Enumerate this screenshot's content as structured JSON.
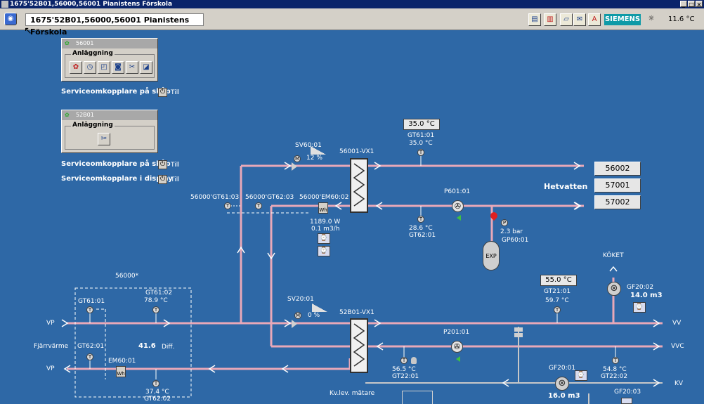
{
  "window": {
    "title": "1675'52B01,56000,56001 Pianistens Förskola",
    "min_glyph": "_",
    "max_glyph": "□",
    "close_glyph": "×"
  },
  "toolbar": {
    "path": "1675'52B01,56000,56001 Pianistens Förskola",
    "brand": "SIEMENS",
    "outdoor_temp": "11.6 °C"
  },
  "panels": {
    "p56001": {
      "title": "56001",
      "group": "Anläggning"
    },
    "p52b01": {
      "title": "52B01",
      "group": "Anläggning"
    }
  },
  "service": {
    "s1_label": "Serviceomkopplare på skåp",
    "s1_state": "Till",
    "s2_label": "Serviceomkopplare på skåp",
    "s2_state": "Till",
    "s3_label": "Serviceomkopplare i display",
    "s3_state": "Till"
  },
  "upper": {
    "setpoint": "35.0 °C",
    "gt6101": "GT61:01",
    "gt6101_val": "35.0 °C",
    "sv6001": "SV60:01",
    "sv6001_val": "12 %",
    "hx": "56001-VX1",
    "p601": "P601:01",
    "gt6201_val": "28.6 °C",
    "gt6201": "GT62:01",
    "gp6001_val": "2.3 bar",
    "gp6001": "GP60:01",
    "exp": "EXP",
    "gt6103": "56000'GT61:03",
    "gt6203": "56000'GT62:03",
    "em6002": "56000'EM60:02",
    "power": "1189.0 W",
    "flow": "0.1 m3/h",
    "hetvatten": "Hetvatten",
    "btn1": "56002",
    "btn2": "57001",
    "btn3": "57002"
  },
  "lower": {
    "group": "56000*",
    "gt6101": "GT61:01",
    "gt6102": "GT61:02",
    "gt6102_val": "78.9 °C",
    "vp_top": "VP",
    "vp_bottom": "VP",
    "fjarrvarme": "Fjärrvärme",
    "gt6201": "GT62:01",
    "diff_val": "41.6",
    "diff": "Diff.",
    "em6001": "EM60:01",
    "gt6202_val": "37.4 °C",
    "gt6202": "GT62:02",
    "sv2001": "SV20:01",
    "sv2001_val": "0 %",
    "hx": "52B01-VX1",
    "p201": "P201:01",
    "gt2201_val": "56.5 °C",
    "gt2201": "GT22:01",
    "kv_matare": "Kv.lev. mätare",
    "setpoint": "55.0 °C",
    "gt2101": "GT21:01",
    "gt2101_val": "59.7 °C",
    "koket": "KÖKET",
    "gf2002": "GF20:02",
    "gf2002_val": "14.0 m3",
    "gf2001": "GF20:01",
    "gf2001_val": "16.0 m3",
    "gt2202_val": "54.8 °C",
    "gt2202": "GT22:02",
    "gf2003": "GF20:03",
    "vv": "VV",
    "vvc": "VVC",
    "kv": "KV"
  },
  "icons": {
    "sensor": "T",
    "pressure": "P",
    "wh": "Wh",
    "motor": "M",
    "trend": "⌚",
    "pump": "✇",
    "valve_x": "⊗",
    "switch": "⏻",
    "scissors": "✂"
  },
  "colors": {
    "background": "#2e68a6",
    "pipe": "#e8a8b8",
    "pipe_cold": "#c8c8c8"
  }
}
